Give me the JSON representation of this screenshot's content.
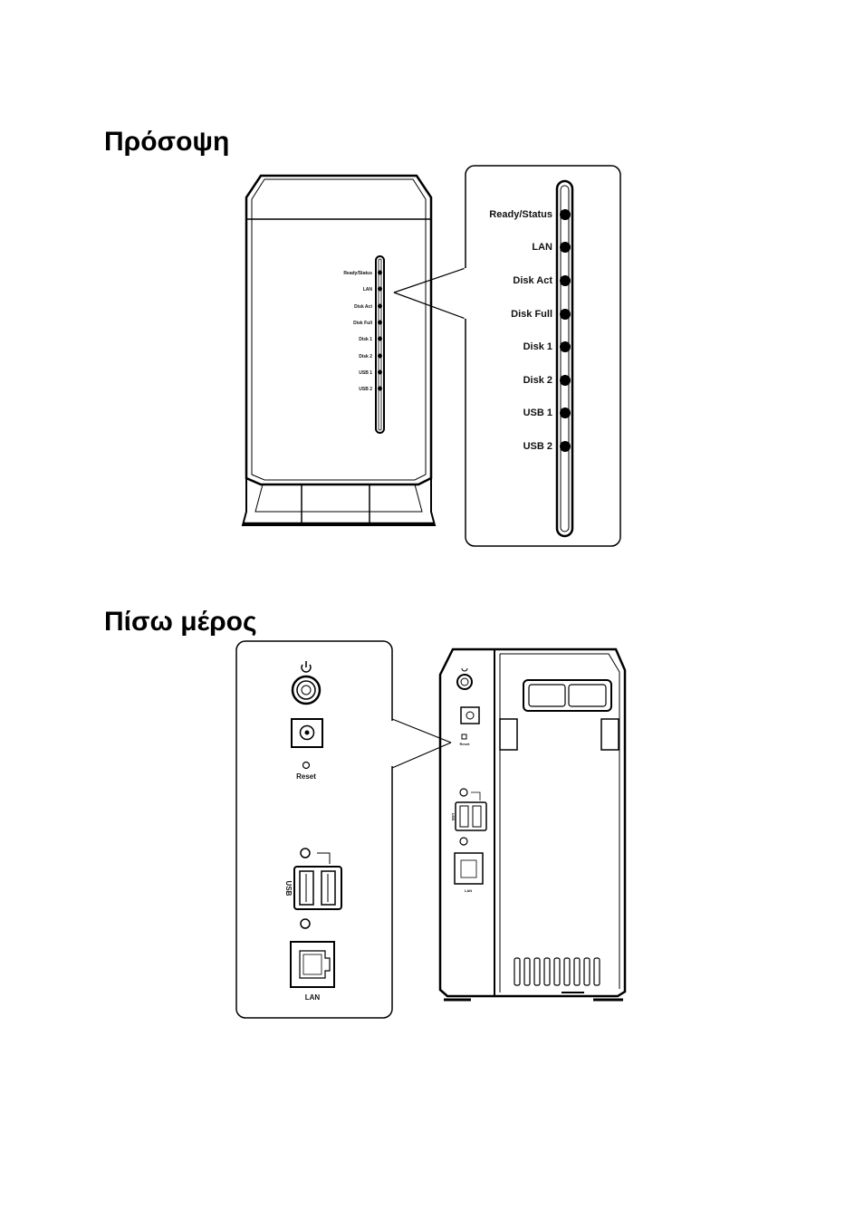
{
  "sections": {
    "front_title": "Πρόσοψη",
    "back_title": "Πίσω μέρος"
  },
  "front_leds": [
    {
      "label": "Ready/Status"
    },
    {
      "label": "LAN"
    },
    {
      "label": "Disk Act"
    },
    {
      "label": "Disk Full"
    },
    {
      "label": "Disk 1"
    },
    {
      "label": "Disk 2"
    },
    {
      "label": "USB 1"
    },
    {
      "label": "USB 2"
    }
  ],
  "back_labels": {
    "reset": "Reset",
    "usb": "USB",
    "lan": "LAN"
  },
  "icons": {
    "power": "power-icon"
  }
}
